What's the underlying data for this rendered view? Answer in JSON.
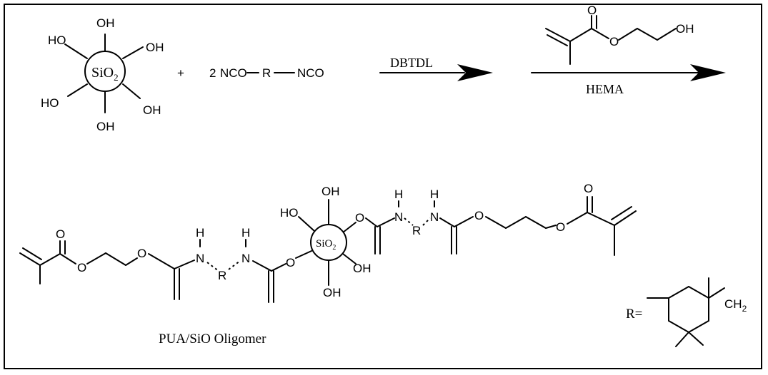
{
  "reactants": {
    "silica_label": "SiO",
    "silica_sub": "2",
    "hydroxyl": "OH",
    "hydroxyl_left": "HO",
    "plus": "+",
    "diisocyanate_coeff": "2",
    "diisocyanate_left": "NCO",
    "diisocyanate_r": "R",
    "diisocyanate_right": "NCO"
  },
  "step1": {
    "catalyst": "DBTDL"
  },
  "step2": {
    "reagent": "HEMA",
    "carbonyl_o": "O",
    "ester_o": "O",
    "terminal_oh": "OH"
  },
  "product": {
    "caption": "PUA/SiO Oligomer",
    "silica_label": "SiO",
    "silica_sub": "2",
    "o": "O",
    "n": "N",
    "h": "H",
    "r": "R",
    "oh": "OH",
    "ho": "HO"
  },
  "r_group": {
    "label": "R=",
    "ch": "CH",
    "ch_sub": "2"
  }
}
